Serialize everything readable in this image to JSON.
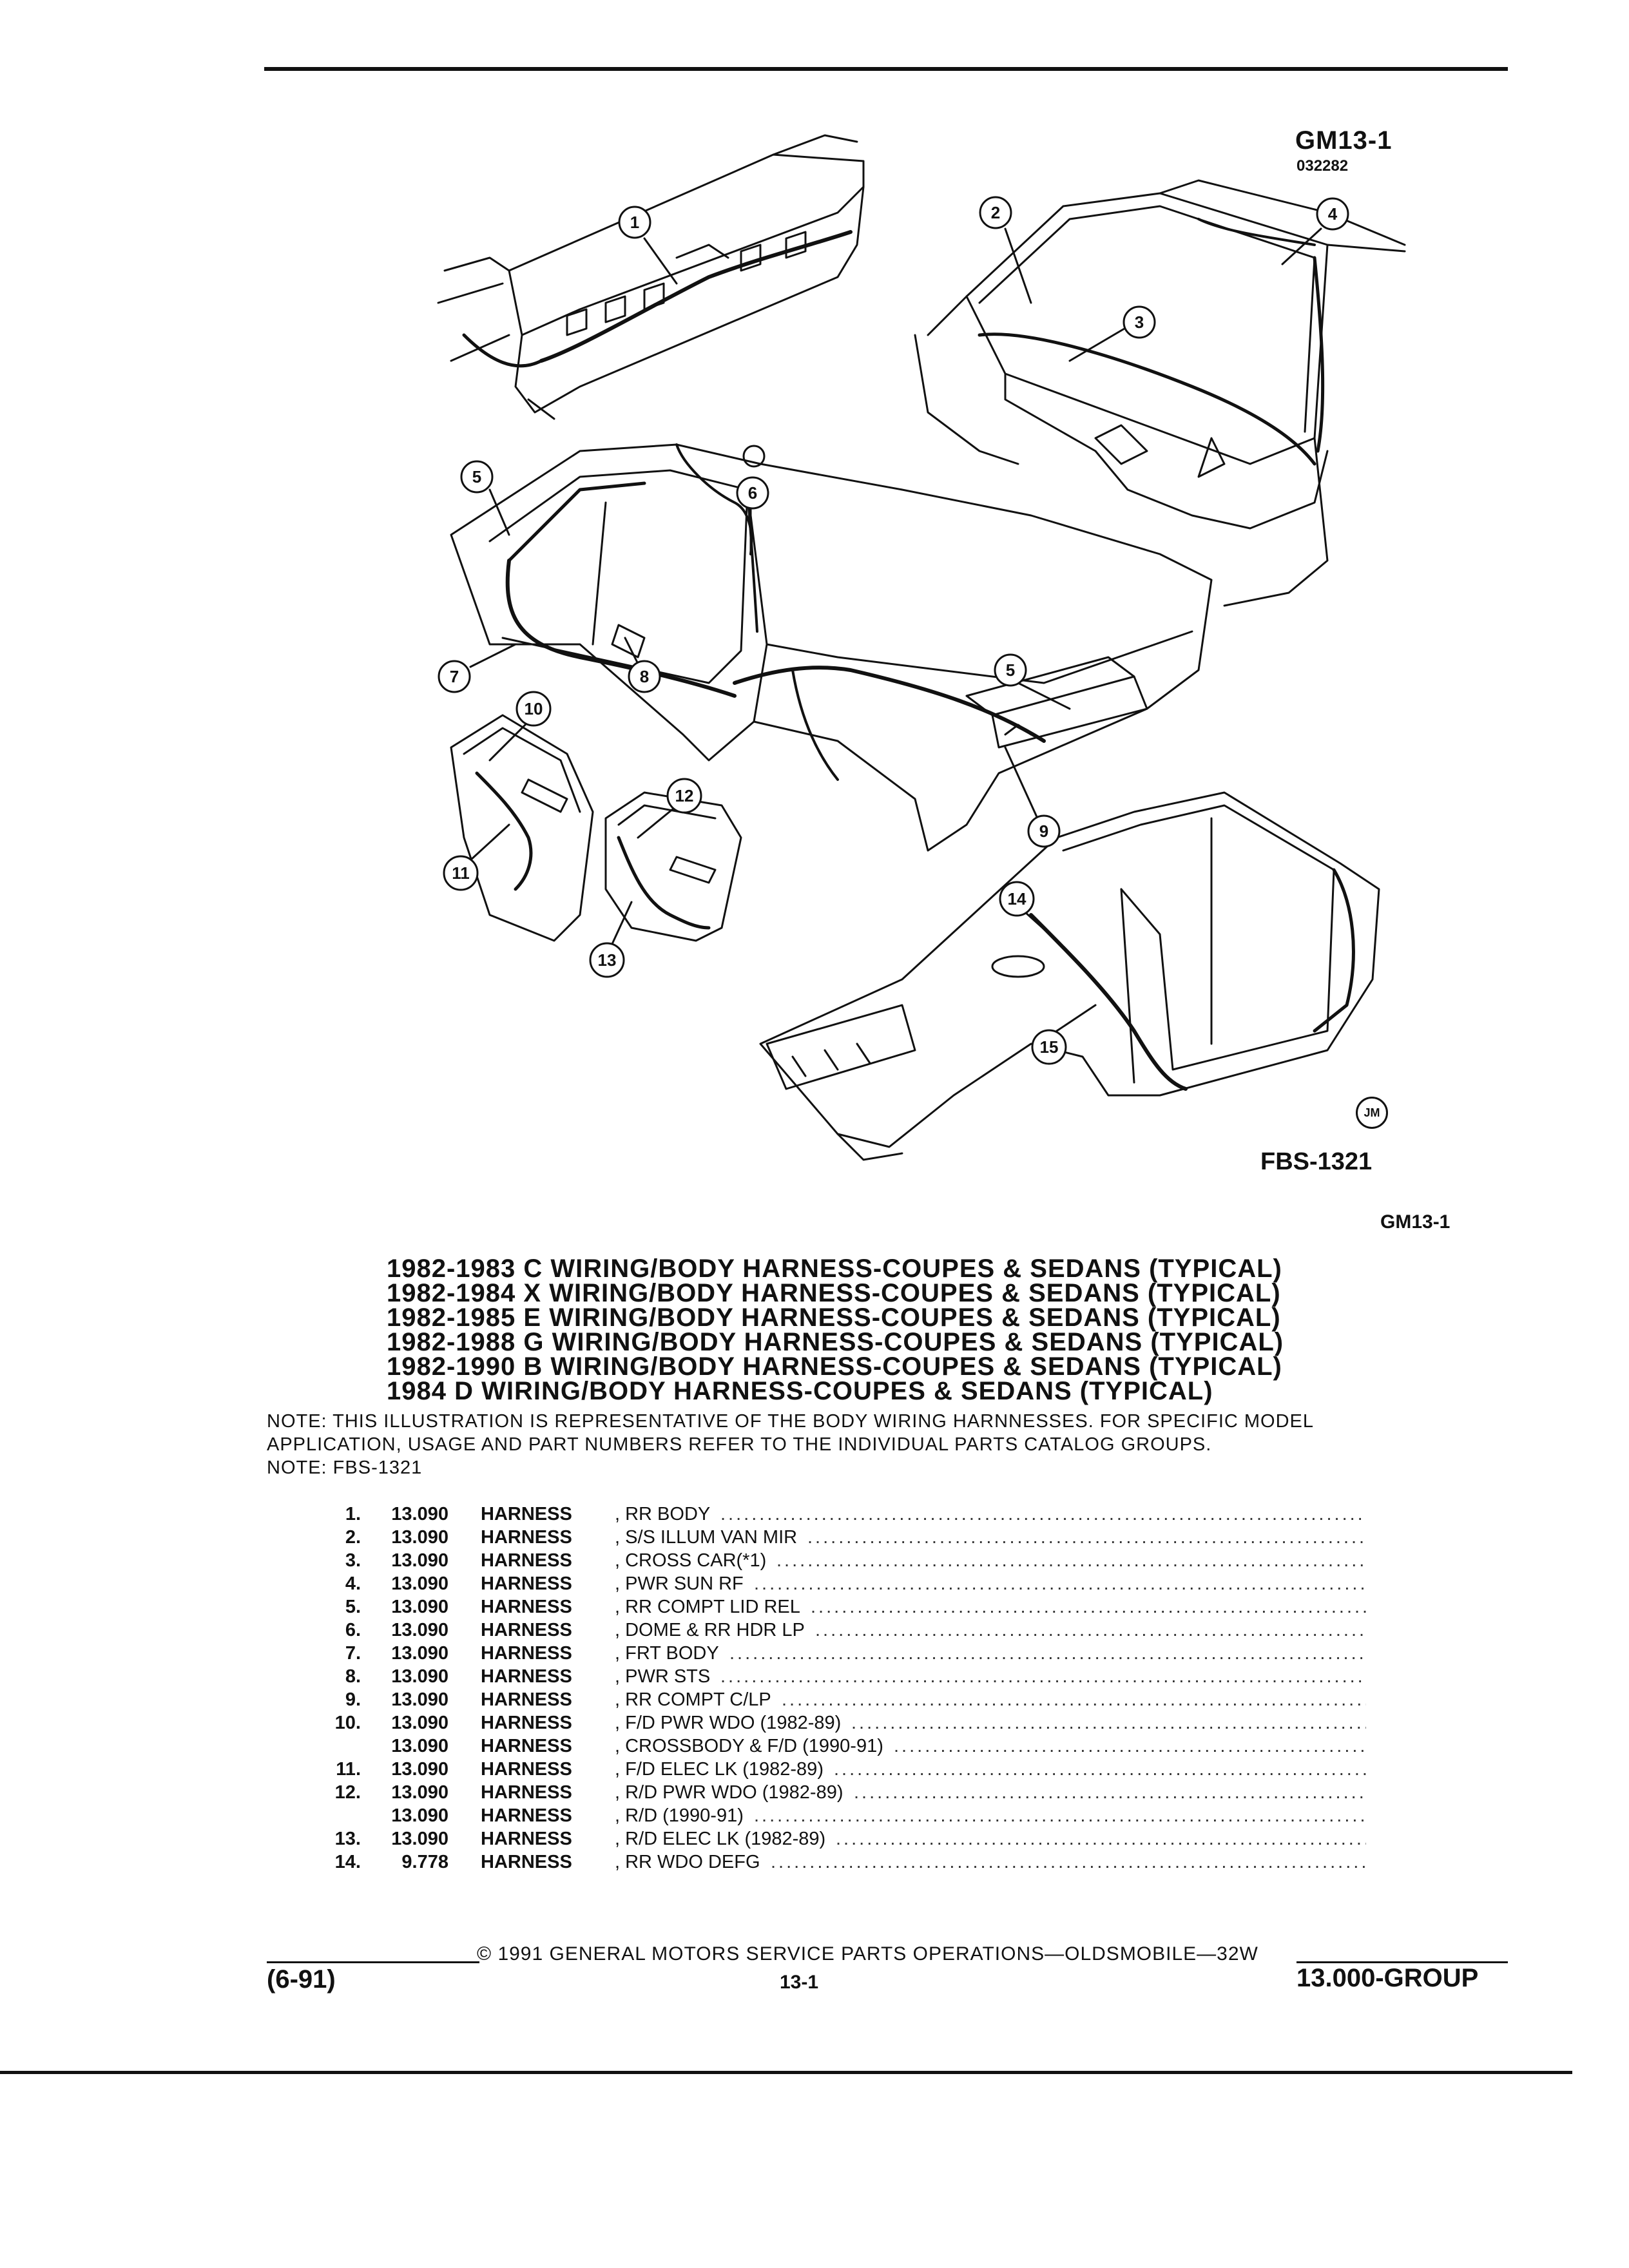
{
  "illustration": {
    "code": "GM13-1",
    "sub_code": "032282",
    "figure_id": "FBS-1321",
    "artist_mark": "JM",
    "callouts": [
      "1",
      "2",
      "3",
      "4",
      "5",
      "6",
      "5",
      "7",
      "8",
      "9",
      "10",
      "11",
      "12",
      "13",
      "14",
      "15"
    ]
  },
  "group_label": "GM13-1",
  "titles": [
    "1982-1983 C WIRING/BODY HARNESS-COUPES & SEDANS (TYPICAL)",
    "1982-1984 X WIRING/BODY HARNESS-COUPES & SEDANS (TYPICAL)",
    "1982-1985 E WIRING/BODY HARNESS-COUPES & SEDANS (TYPICAL)",
    "1982-1988 G WIRING/BODY HARNESS-COUPES & SEDANS (TYPICAL)",
    "1982-1990 B WIRING/BODY HARNESS-COUPES & SEDANS (TYPICAL)",
    "1984 D WIRING/BODY HARNESS-COUPES & SEDANS (TYPICAL)"
  ],
  "notes": [
    "NOTE: THIS ILLUSTRATION IS REPRESENTATIVE OF THE BODY WIRING HARNNESSES. FOR SPECIFIC MODEL",
    "APPLICATION, USAGE AND PART NUMBERS REFER TO THE INDIVIDUAL PARTS CATALOG GROUPS.",
    "NOTE: FBS-1321"
  ],
  "parts": [
    {
      "num": "1.",
      "group": "13.090",
      "name": "HARNESS",
      "desc": ", RR BODY"
    },
    {
      "num": "2.",
      "group": "13.090",
      "name": "HARNESS",
      "desc": ", S/S ILLUM VAN MIR"
    },
    {
      "num": "3.",
      "group": "13.090",
      "name": "HARNESS",
      "desc": ", CROSS CAR(*1)"
    },
    {
      "num": "4.",
      "group": "13.090",
      "name": "HARNESS",
      "desc": ", PWR SUN RF"
    },
    {
      "num": "5.",
      "group": "13.090",
      "name": "HARNESS",
      "desc": ", RR COMPT LID REL"
    },
    {
      "num": "6.",
      "group": "13.090",
      "name": "HARNESS",
      "desc": ", DOME & RR HDR LP"
    },
    {
      "num": "7.",
      "group": "13.090",
      "name": "HARNESS",
      "desc": ", FRT BODY"
    },
    {
      "num": "8.",
      "group": "13.090",
      "name": "HARNESS",
      "desc": ", PWR STS"
    },
    {
      "num": "9.",
      "group": "13.090",
      "name": "HARNESS",
      "desc": ", RR COMPT C/LP"
    },
    {
      "num": "10.",
      "group": "13.090",
      "name": "HARNESS",
      "desc": ", F/D PWR WDO (1982-89)"
    },
    {
      "num": "",
      "group": "13.090",
      "name": "HARNESS",
      "desc": ", CROSSBODY & F/D (1990-91)"
    },
    {
      "num": "11.",
      "group": "13.090",
      "name": "HARNESS",
      "desc": ", F/D ELEC LK (1982-89)"
    },
    {
      "num": "12.",
      "group": "13.090",
      "name": "HARNESS",
      "desc": ", R/D PWR WDO (1982-89)"
    },
    {
      "num": "",
      "group": "13.090",
      "name": "HARNESS",
      "desc": ", R/D (1990-91)"
    },
    {
      "num": "13.",
      "group": "13.090",
      "name": "HARNESS",
      "desc": ", R/D ELEC LK (1982-89)"
    },
    {
      "num": "14.",
      "group": "9.778",
      "name": "HARNESS",
      "desc": ", RR WDO DEFG"
    }
  ],
  "footer": {
    "copyright": "© 1991 GENERAL MOTORS SERVICE PARTS OPERATIONS—OLDSMOBILE—32W",
    "date": "(6-91)",
    "page": "13-1",
    "group": "13.000-GROUP"
  }
}
